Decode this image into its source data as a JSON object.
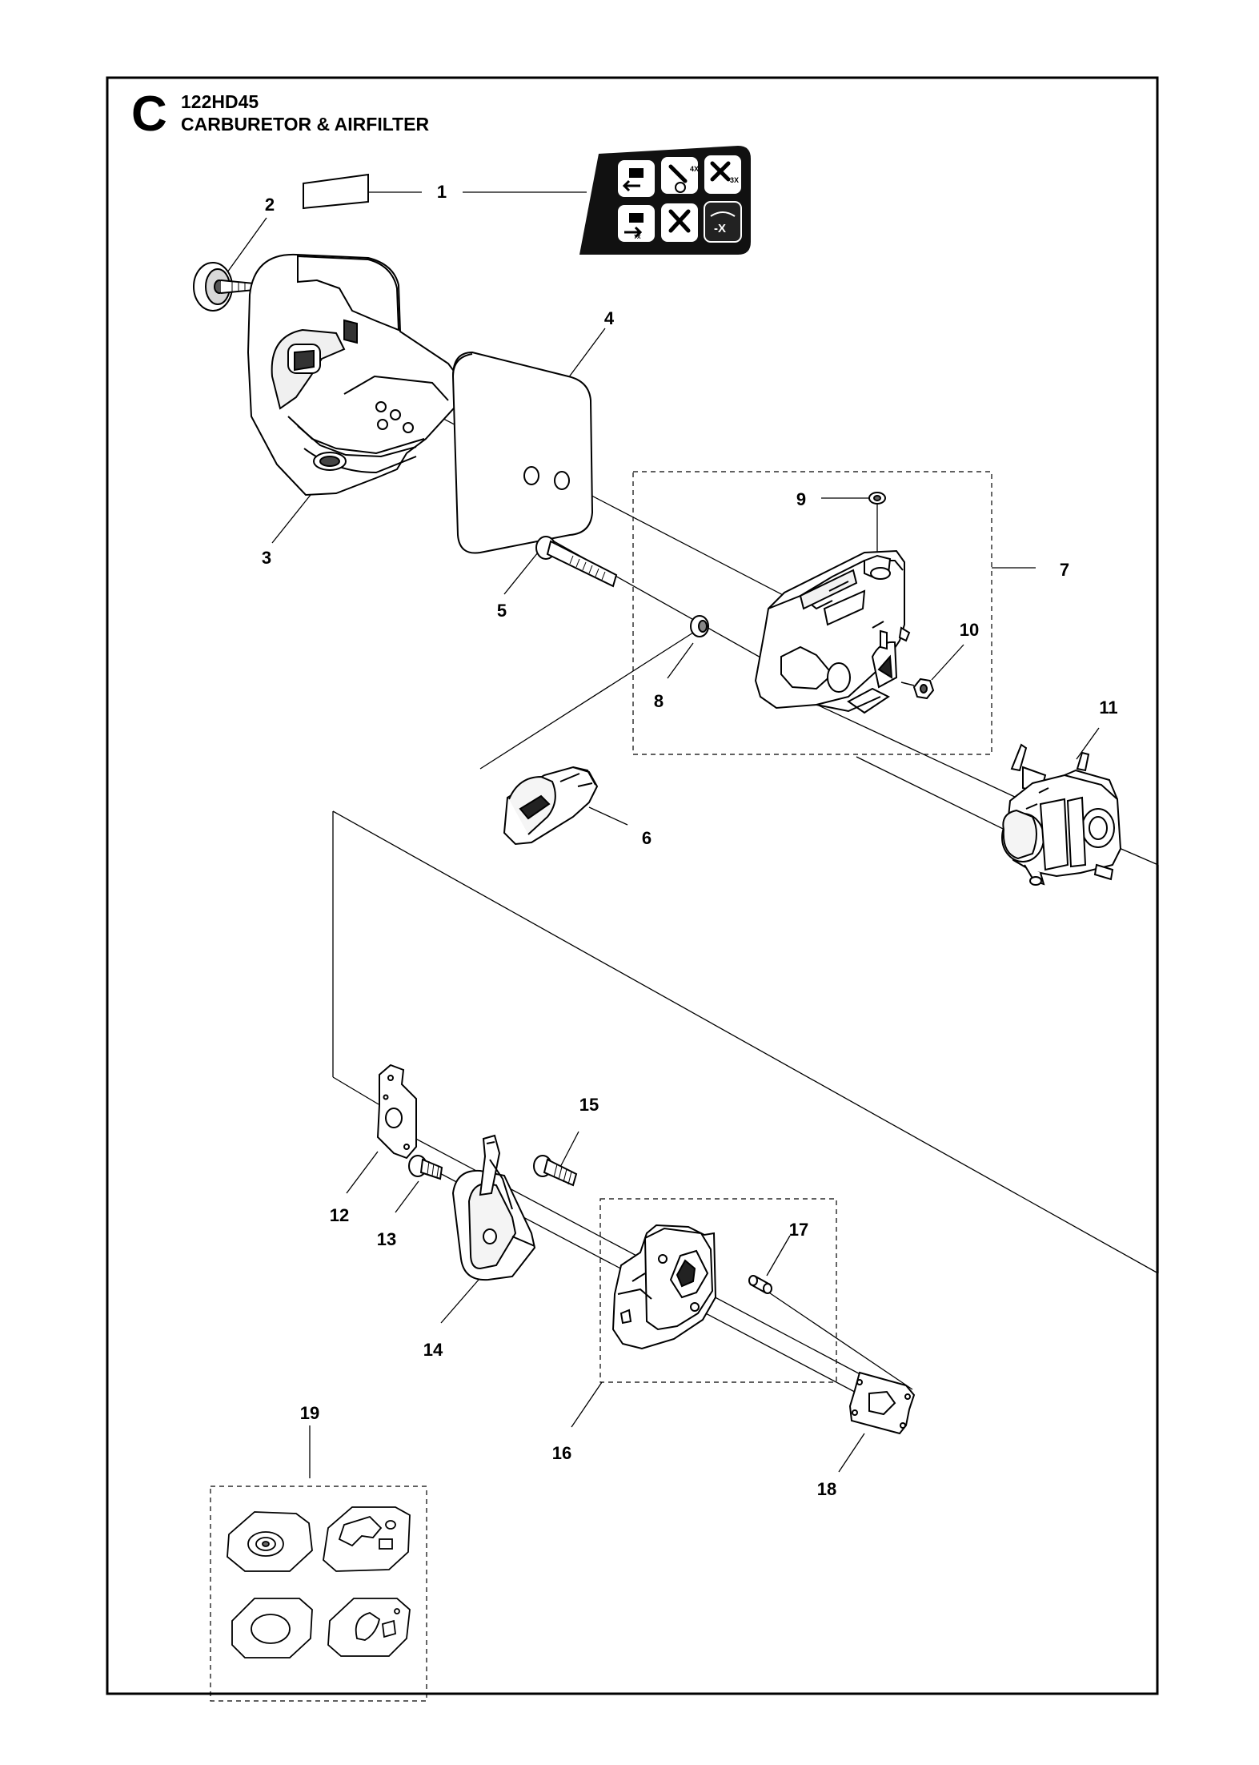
{
  "header": {
    "section_letter": "C",
    "model": "122HD45",
    "title": "CARBURETOR & AIRFILTER"
  },
  "callouts": [
    "1",
    "2",
    "3",
    "4",
    "5",
    "6",
    "7",
    "8",
    "9",
    "10",
    "11",
    "12",
    "13",
    "14",
    "15",
    "16",
    "17",
    "18",
    "19"
  ],
  "decal": {
    "labels": [
      "4X",
      "3X",
      "7X",
      "-X"
    ]
  }
}
